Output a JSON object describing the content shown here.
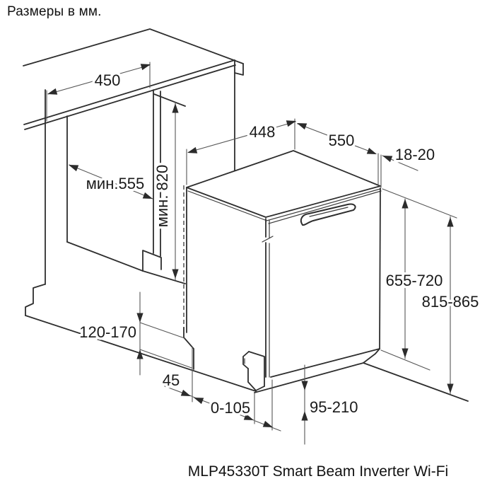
{
  "page": {
    "title": "Размеры в мм.",
    "caption": "MLP45330T Smart Beam Inverter Wi-Fi"
  },
  "diagram": {
    "type": "technical-drawing",
    "subject": "Габаритные и монтажные размеры встраиваемой посудомоечной машины (изометрия)",
    "units": "mm",
    "colors": {
      "line": "#2e2e2e",
      "dim_line": "#565656",
      "text": "#1a1a1a",
      "background": "#ffffff"
    },
    "dimensions": {
      "niche_width": {
        "label": "450"
      },
      "niche_depth": {
        "label": "мин.555"
      },
      "niche_height": {
        "label": "мин. 820"
      },
      "appliance_width": {
        "label": "448"
      },
      "appliance_depth": {
        "label": "550"
      },
      "door_panel_thickness": {
        "label": "18-20"
      },
      "door_panel_height": {
        "label": "655-720"
      },
      "overall_height": {
        "label": "815-865"
      },
      "plinth_height": {
        "label": "120-170"
      },
      "foot_offset": {
        "label": "45"
      },
      "door_bottom_range": {
        "label": "0-105"
      },
      "plinth_recess": {
        "label": "95-210"
      }
    }
  }
}
